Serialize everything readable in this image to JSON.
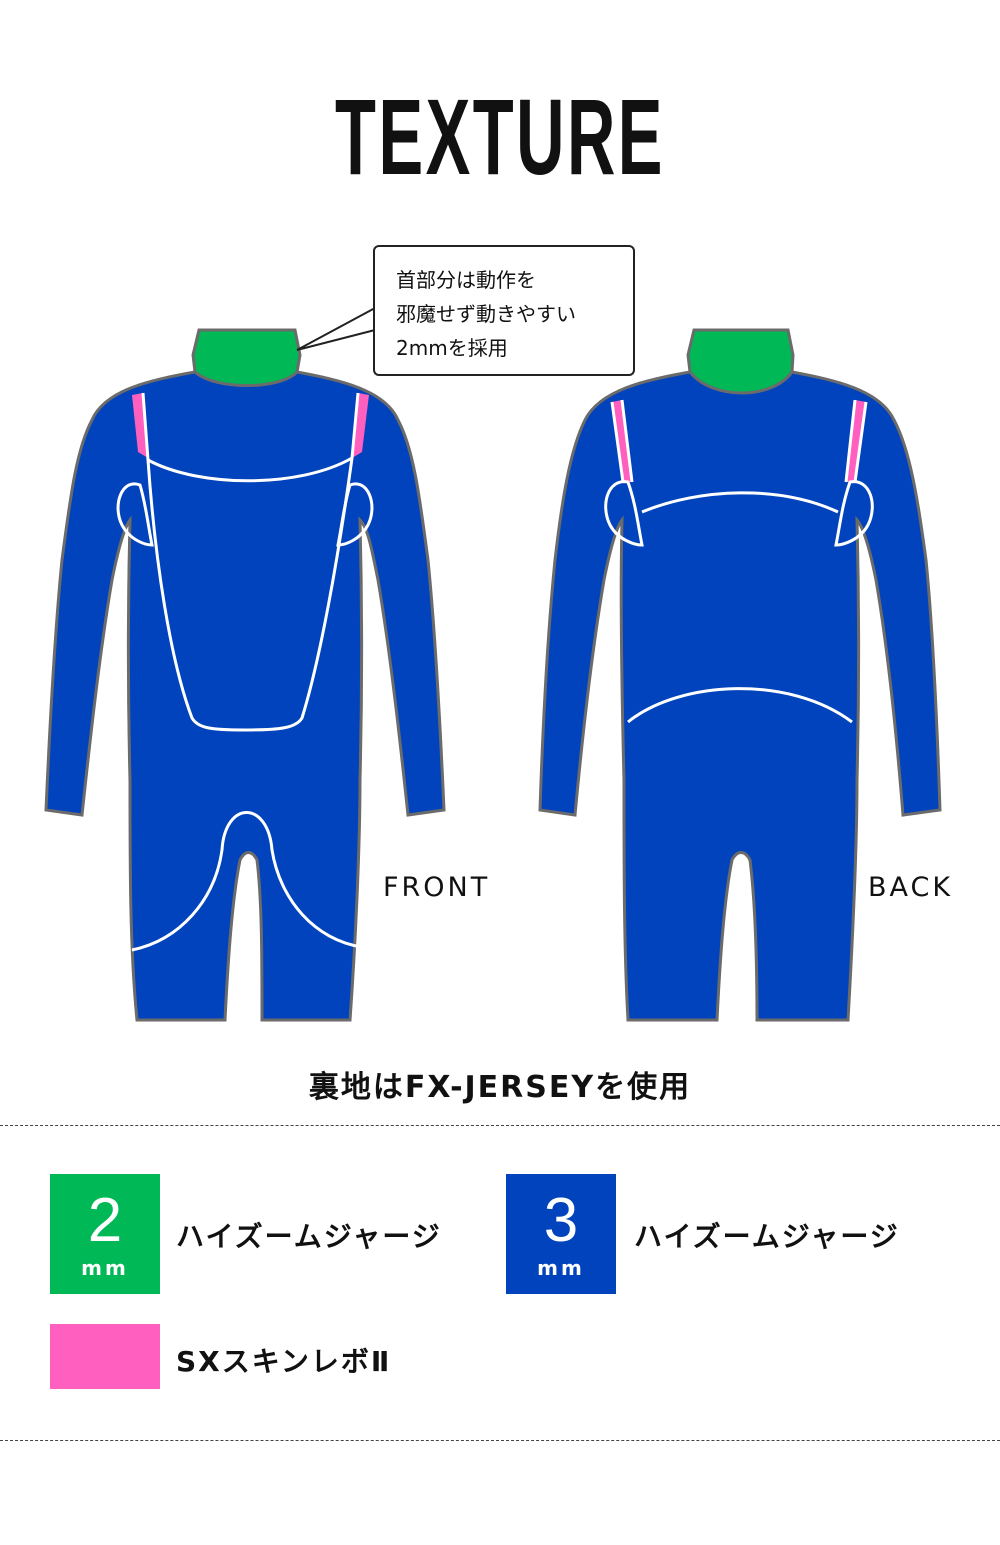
{
  "title": "TEXTURE",
  "callout": {
    "lines": [
      "首部分は動作を",
      "邪魔せず動きやすい",
      "2mmを採用"
    ]
  },
  "views": {
    "front": "FRONT",
    "back": "BACK"
  },
  "lining": "裏地はFX-JERSEYを使用",
  "legend": [
    {
      "number": "2",
      "unit": "mm",
      "label": "ハイズームジャージ",
      "color": "#00b856"
    },
    {
      "number": "3",
      "unit": "mm",
      "label": "ハイズームジャージ",
      "color": "#0043bc"
    },
    {
      "number": "",
      "unit": "",
      "label": "SXスキンレボⅡ",
      "color": "#ff5fbf"
    }
  ],
  "colors": {
    "green": "#00b856",
    "blue": "#0043bc",
    "pink": "#ff5fbf",
    "outline": "#6b6b6b",
    "seam": "#ffffff"
  }
}
